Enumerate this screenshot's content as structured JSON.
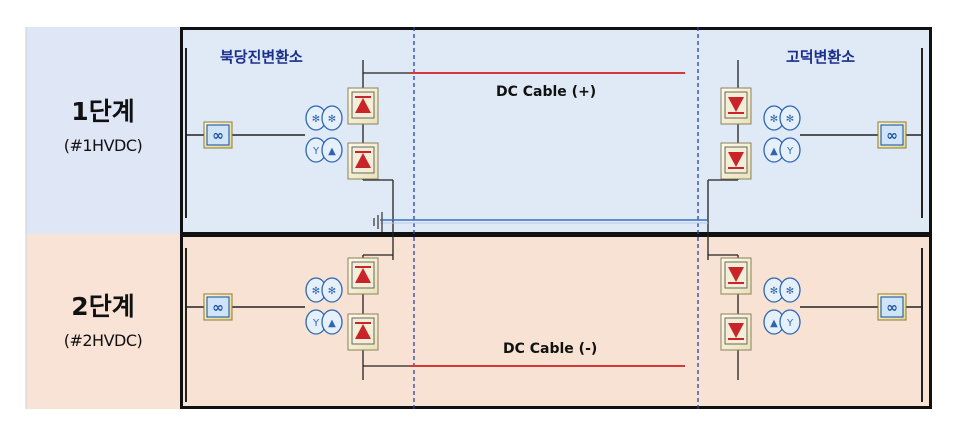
{
  "stages": [
    {
      "title": "1단계",
      "subtitle": "(#1HVDC)"
    },
    {
      "title": "2단계",
      "subtitle": "(#2HVDC)"
    }
  ],
  "stations": {
    "left": "북당진변환소",
    "right": "고덕변환소"
  },
  "cables": {
    "positive": "DC Cable (+)",
    "negative": "DC Cable (-)"
  },
  "colors": {
    "stage1_bg": "#dfe9f7",
    "stage2_bg": "#f8e2d4",
    "frame": "#111111",
    "cable_line": "#d23a3a",
    "return_line": "#3a6fc0",
    "divider": "#2a3fb0",
    "station_text": "#1a2e8c",
    "valve_red": "#c8242a"
  },
  "icons": {
    "ac_source": "ac-source-icon",
    "transformer": "transformer-icon",
    "valve_rectifier": "thyristor-valve-icon",
    "valve_inverter": "thyristor-valve-icon",
    "ground": "ground-icon"
  }
}
